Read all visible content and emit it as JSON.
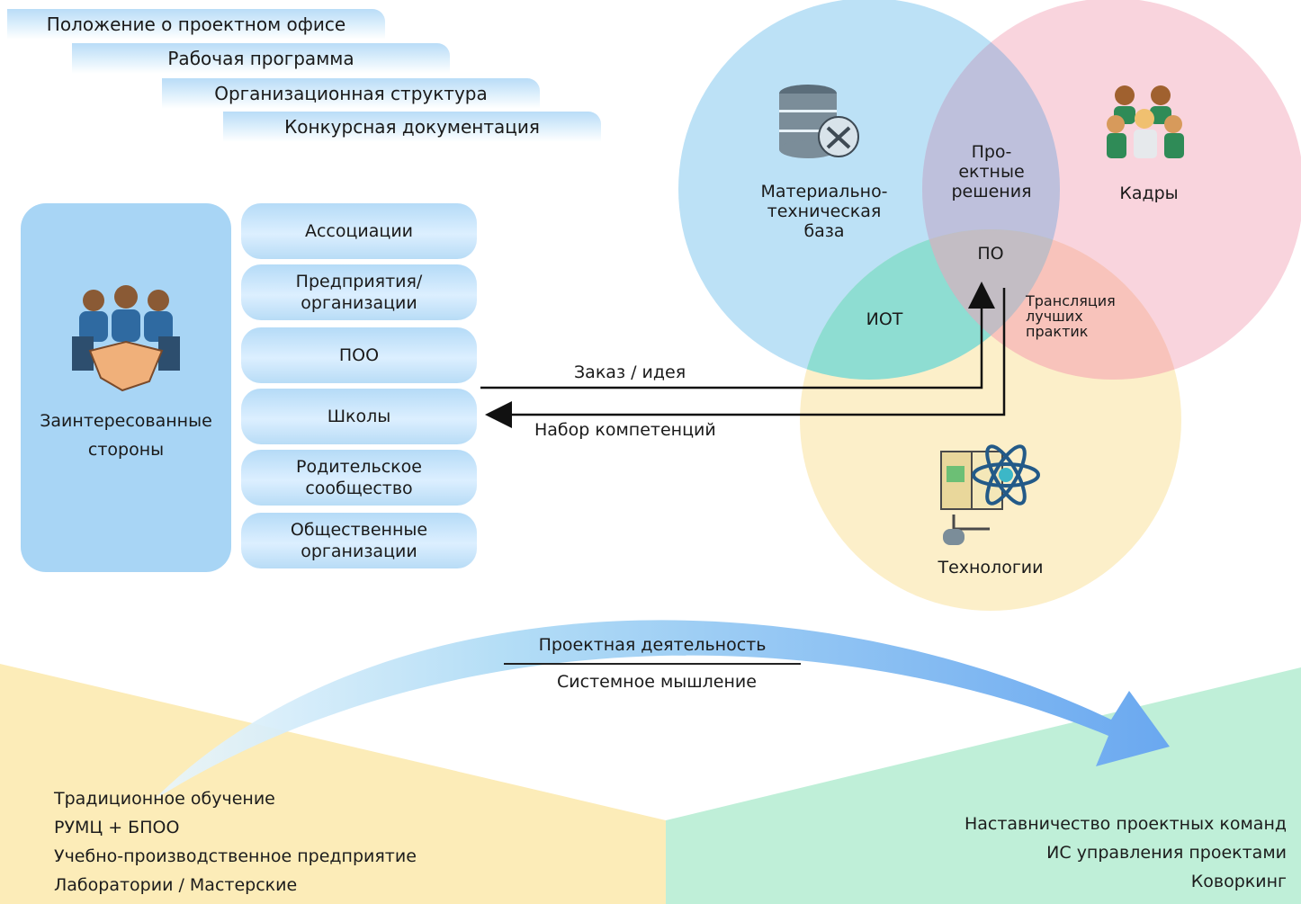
{
  "documents": [
    "Положение о проектном офисе",
    "Рабочая программа",
    "Организационная структура",
    "Конкурсная документация"
  ],
  "stakeholders": {
    "label_line1": "Заинтересованные",
    "label_line2": "стороны",
    "icon": "handshake-team-icon",
    "items": [
      {
        "line1": "Ассоциации",
        "line2": ""
      },
      {
        "line1": "Предприятия/",
        "line2": "организации"
      },
      {
        "line1": "ПОО",
        "line2": ""
      },
      {
        "line1": "Школы",
        "line2": ""
      },
      {
        "line1": "Родительское",
        "line2": "сообщество"
      },
      {
        "line1": "Общественные",
        "line2": "организации"
      }
    ]
  },
  "flows": {
    "order": "Заказ / идея",
    "competencies": "Набор компетенций"
  },
  "venn": {
    "material": {
      "line1": "Материально-",
      "line2": "техническая",
      "line3": "база",
      "icon": "database-tools-icon",
      "color": "#a9d8f3"
    },
    "staff": {
      "label": "Кадры",
      "icon": "team-people-icon",
      "color": "#f7c3d0"
    },
    "tech": {
      "label": "Технологии",
      "icon": "book-atom-icon",
      "color": "#fbe9b4"
    },
    "project_solutions": {
      "line1": "Про-",
      "line2": "ектные",
      "line3": "решения"
    },
    "po": "ПО",
    "iot": "ИОТ",
    "best_practices": {
      "line1": "Трансляция",
      "line2": "лучших",
      "line3": "практик"
    }
  },
  "transition": {
    "top": "Проектная деятельность",
    "bottom": "Системное мышление"
  },
  "traditional": [
    "Традиционное обучение",
    "РУМЦ + БПОО",
    "Учебно-производственное предприятие",
    "Лаборатории / Мастерские"
  ],
  "modern": [
    "Наставничество проектных команд",
    "ИС управления проектами",
    "Коворкинг"
  ]
}
